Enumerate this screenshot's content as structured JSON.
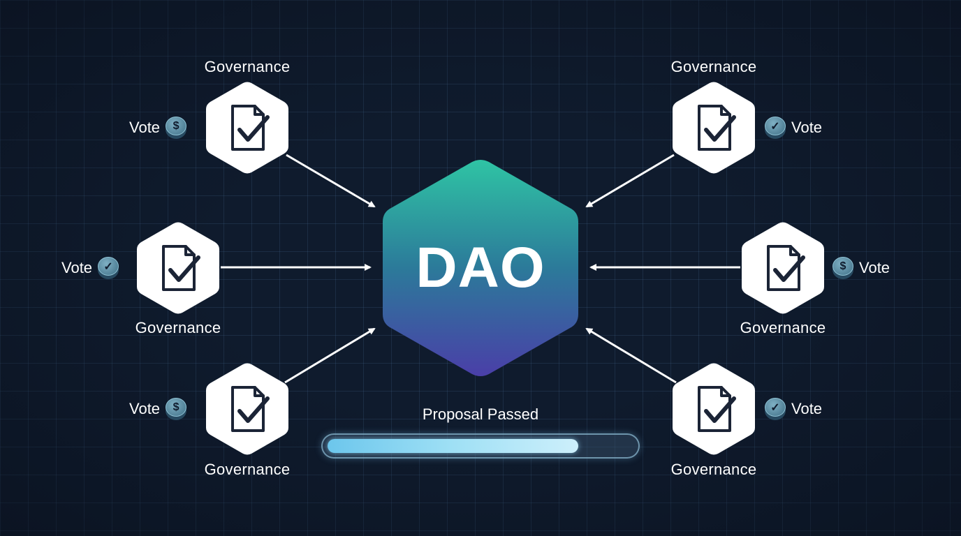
{
  "center": {
    "title": "DAO"
  },
  "nodes": [
    {
      "id": "top-left",
      "governance_label": "Governance",
      "vote_label": "Vote",
      "vote_icon": "dollar-coin-icon"
    },
    {
      "id": "mid-left",
      "governance_label": "Governance",
      "vote_label": "Vote",
      "vote_icon": "check-coin-icon"
    },
    {
      "id": "bottom-left",
      "governance_label": "Governance",
      "vote_label": "Vote",
      "vote_icon": "dollar-coin-icon"
    },
    {
      "id": "top-right",
      "governance_label": "Governance",
      "vote_label": "Vote",
      "vote_icon": "check-coin-icon"
    },
    {
      "id": "mid-right",
      "governance_label": "Governance",
      "vote_label": "Vote",
      "vote_icon": "dollar-coin-icon"
    },
    {
      "id": "bottom-right",
      "governance_label": "Governance",
      "vote_label": "Vote",
      "vote_icon": "check-coin-icon"
    }
  ],
  "status": {
    "label": "Proposal Passed",
    "progress": 0.82
  },
  "colors": {
    "background": "#0f1b2d",
    "dao_gradient_top": "#2fc4a4",
    "dao_gradient_bottom": "#4a3fa8",
    "progress_fill": "#8fd8f4"
  }
}
